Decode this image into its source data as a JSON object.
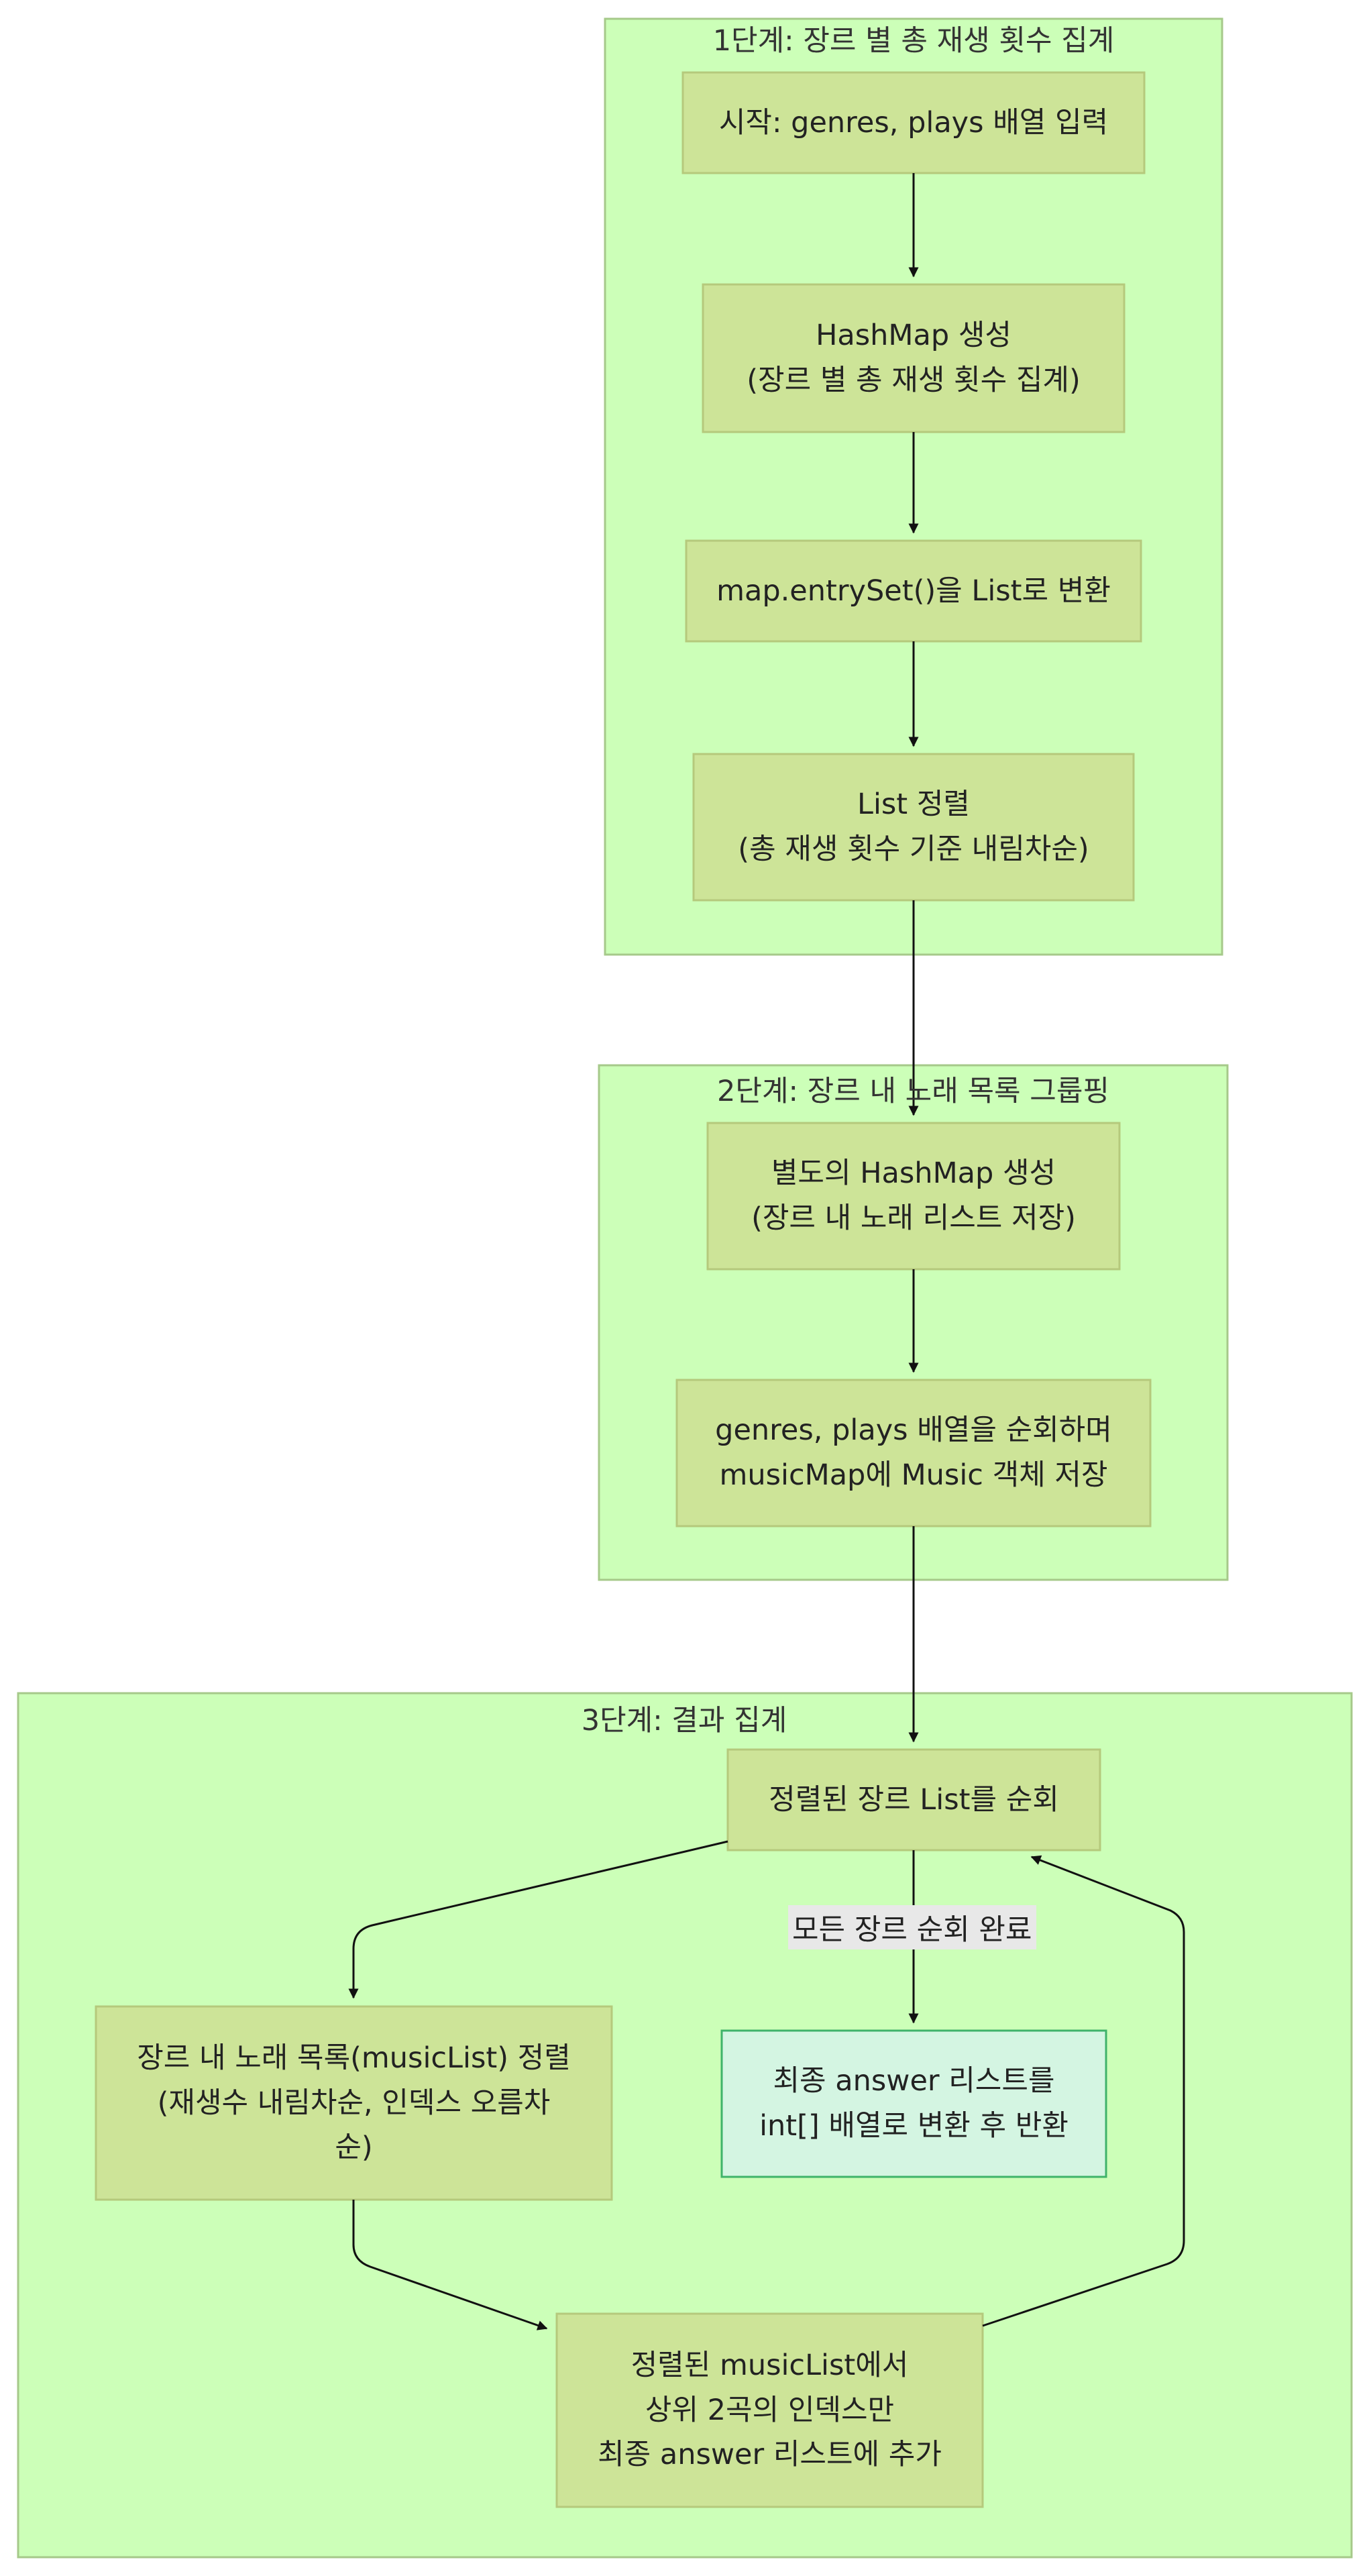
{
  "colors": {
    "subgraph_fill": "#ccffb8",
    "subgraph_stroke": "#a6c98a",
    "node_fill": "#cde498",
    "node_stroke": "#b5c97c",
    "terminal_fill": "#d4f5e2",
    "terminal_stroke": "#3fb36a",
    "edge": "#111111",
    "edge_label_bg": "#e8e8e8"
  },
  "subgraphs": {
    "stage1": "1단계: 장르 별 총 재생 횟수 집계",
    "stage2": "2단계: 장르 내 노래 목록 그룹핑",
    "stage3": "3단계: 결과 집계"
  },
  "nodes": {
    "start": "시작: genres, plays 배열 입력",
    "hashmap": "HashMap 생성\n(장르 별 총 재생 횟수 집계)",
    "entryset": "map.entrySet()을 List로 변환",
    "sortlist": "List 정렬\n(총 재생 횟수 기준 내림차순)",
    "musicmap": "별도의 HashMap 생성\n(장르 내 노래 리스트 저장)",
    "iterate": "genres, plays 배열을 순회하며\nmusicMap에 Music 객체 저장",
    "loop": "정렬된 장르 List를 순회",
    "sortmusic": "장르 내 노래 목록(musicList) 정렬\n(재생수 내림차순, 인덱스 오름차\n순)",
    "top2": "정렬된 musicList에서\n상위 2곡의 인덱스만\n최종 answer 리스트에 추가",
    "final": "최종 answer 리스트를\nint[] 배열로 변환 후 반환"
  },
  "edge_labels": {
    "done": "모든 장르 순회 완료"
  }
}
